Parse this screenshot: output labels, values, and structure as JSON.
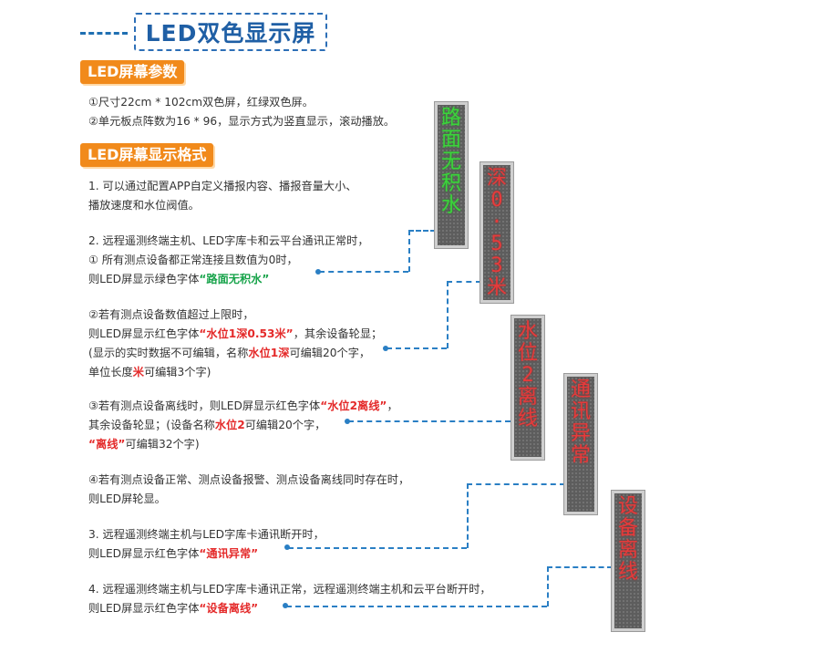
{
  "title": "LED双色显示屏",
  "section1": {
    "tag": "LED屏幕参数",
    "lines": [
      "①尺寸22cm * 102cm双色屏，红绿双色屏。",
      "②单元板点阵数为16 * 96，显示方式为竖直显示，滚动播放。"
    ]
  },
  "section2": {
    "tag": "LED屏幕显示格式",
    "p1": [
      "1. 可以通过配置APP自定义播报内容、播报音量大小、",
      "播放速度和水位阀值。"
    ],
    "p2a": "2. 远程遥测终端主机、LED字库卡和云平台通讯正常时，",
    "p2b": "① 所有测点设备都正常连接且数值为0时，",
    "p2c_pre": "则LED屏显示绿色字体",
    "p2c_hl": "“路面无积水”",
    "p3a": "②若有测点设备数值超过上限时，",
    "p3b_pre": "则LED屏显示红色字体",
    "p3b_hl": "“水位1深0.53米”",
    "p3b_post": "，其余设备轮显；",
    "p3c_pre": "(显示的实时数据不可编辑，名称",
    "p3c_hl": "水位1深",
    "p3c_post": "可编辑20个字，",
    "p3d_pre": "单位长度",
    "p3d_hl": "米",
    "p3d_post": "可编辑3个字)",
    "p4a_pre": "③若有测点设备离线时，则LED屏显示红色字体",
    "p4a_hl": "“水位2离线”",
    "p4a_post": "，",
    "p4b_pre": "其余设备轮显；(设备名称",
    "p4b_hl": "水位2",
    "p4b_post": "可编辑20个字，",
    "p4c_hl": "“离线”",
    "p4c_post": "可编辑32个字)",
    "p5a": "④若有测点设备正常、测点设备报警、测点设备离线同时存在时，",
    "p5b": "则LED屏轮显。",
    "p6a": "3. 远程遥测终端主机与LED字库卡通讯断开时，",
    "p6b_pre": "则LED屏显示红色字体",
    "p6b_hl": "“通讯异常”",
    "p7a": "4. 远程遥测终端主机与LED字库卡通讯正常，远程遥测终端主机和云平台断开时，",
    "p7b_pre": "则LED屏显示红色字体",
    "p7b_hl": "“设备离线”"
  },
  "panels": [
    {
      "chars": [
        "路",
        "面",
        "无",
        "积",
        "水"
      ],
      "color": "green"
    },
    {
      "chars": [
        "深",
        "0",
        "·",
        "5",
        "3",
        "米"
      ],
      "color": "red"
    },
    {
      "chars": [
        "水",
        "位",
        "2",
        "离",
        "线"
      ],
      "color": "red"
    },
    {
      "chars": [
        "通",
        "讯",
        "异",
        "常"
      ],
      "color": "red"
    },
    {
      "chars": [
        "设",
        "备",
        "离",
        "线"
      ],
      "color": "red"
    }
  ],
  "colors": {
    "accent_blue": "#1f5fa5",
    "tag_orange": "#f18a1b",
    "green": "#17a34a",
    "red": "#e42a2a"
  }
}
